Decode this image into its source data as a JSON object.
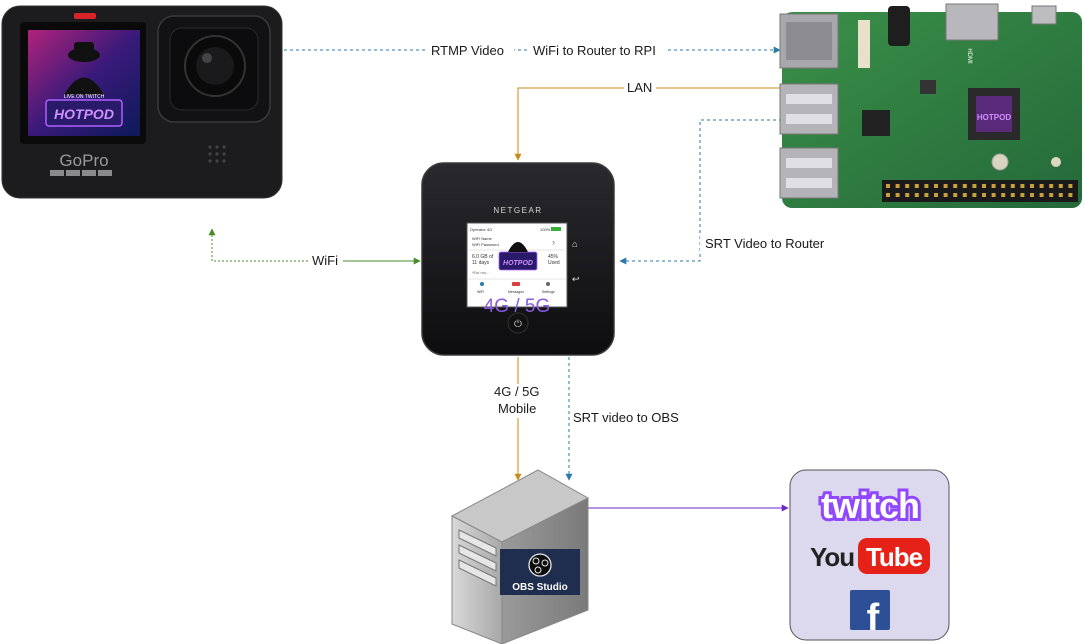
{
  "colors": {
    "dotted_green": "#4a8c2a",
    "lan_orange": "#c98a1a",
    "srt_blue": "#2a7aaa",
    "stream_purple": "#6a2ac8",
    "rpi_board": "#2e7d3c",
    "twitch_purple": "#9146ff",
    "youtube_red": "#e62117",
    "facebook_blue": "#2d4f95",
    "obs_panel": "#1f2d4f"
  },
  "devices": {
    "gopro": {
      "brand": "GoPro",
      "screen_banner": "HOTPOD",
      "screen_small": "LIVE ON TWITCH"
    },
    "router": {
      "brand": "NETGEAR",
      "network_text": "4G / 5G",
      "screen": {
        "status_left": "Operator 4G",
        "status_right": "100%",
        "row1": "WiFi Name",
        "row2": "WiFi Password",
        "data_used": "6.0 GB of",
        "days": "11 days",
        "percent": "45%",
        "used": "Used",
        "footer": "*Est mo...",
        "nav_wifi": "WiFi",
        "nav_messages": "Messages",
        "nav_settings": "Settings"
      }
    },
    "rpi": {
      "hdmi": "HDMI"
    },
    "server": {
      "obs_label": "OBS Studio"
    },
    "platforms": {
      "twitch": "twitch",
      "youtube_you": "You",
      "youtube_tube": "Tube",
      "facebook": "f"
    }
  },
  "edges": {
    "rtmp": "RTMP Video",
    "wifi_router_rpi": "WiFi to Router to RPI",
    "lan": "LAN",
    "srt_router": "SRT Video to Router",
    "wifi": "WiFi",
    "mobile_line1": "4G / 5G",
    "mobile_line2": "Mobile",
    "srt_obs": "SRT video to OBS"
  }
}
